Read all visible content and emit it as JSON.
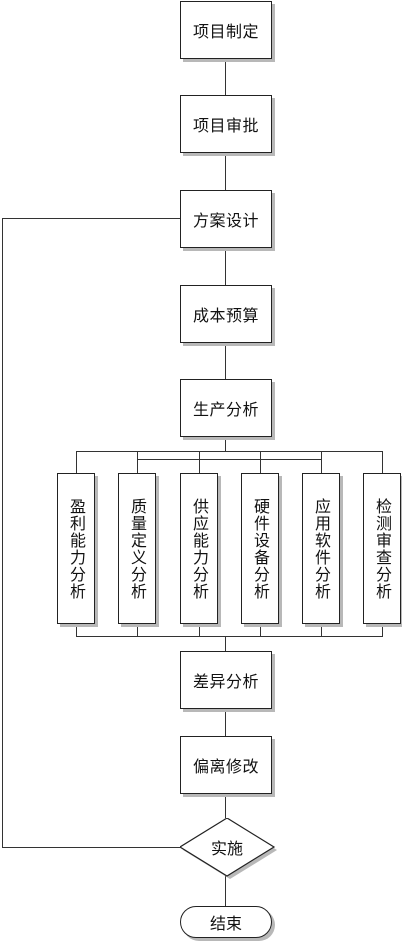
{
  "flowchart": {
    "steps": [
      "项目制定",
      "项目审批",
      "方案设计",
      "成本预算",
      "生产分析"
    ],
    "analyses": [
      "盈利能力分析",
      "质量定义分析",
      "供应能力分析",
      "硬件设备分析",
      "应用软件分析",
      "检测审查分析"
    ],
    "after_steps": [
      "差异分析",
      "偏离修改"
    ],
    "decision": "实施",
    "end": "结束"
  }
}
